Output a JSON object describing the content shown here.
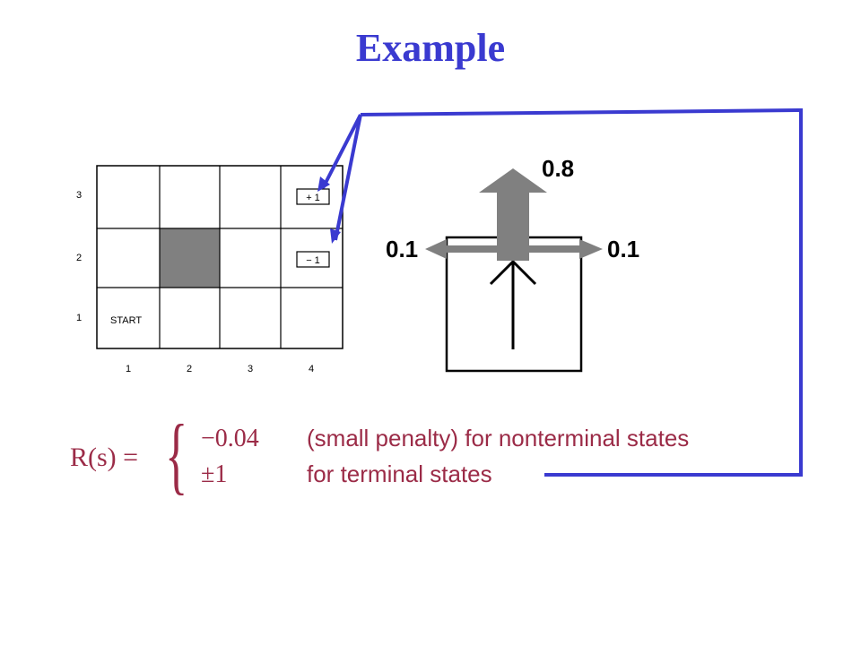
{
  "title": "Example",
  "grid": {
    "row_labels": [
      "3",
      "2",
      "1"
    ],
    "col_labels": [
      "1",
      "2",
      "3",
      "4"
    ],
    "start_label": "START",
    "plus_label": "+ 1",
    "minus_label": "− 1"
  },
  "transition": {
    "forward_prob": "0.8",
    "left_prob": "0.1",
    "right_prob": "0.1"
  },
  "formula": {
    "lhs": "R(s) =",
    "row1_value": "−0.04",
    "row1_desc": "(small penalty) for nonterminal states",
    "row2_value": "±1",
    "row2_desc": "for terminal states"
  },
  "colors": {
    "title": "#3a3ad0",
    "callout": "#3a3ad0",
    "formula": "#9b2b47",
    "arrow_fill": "#808080",
    "obstacle": "#808080"
  }
}
